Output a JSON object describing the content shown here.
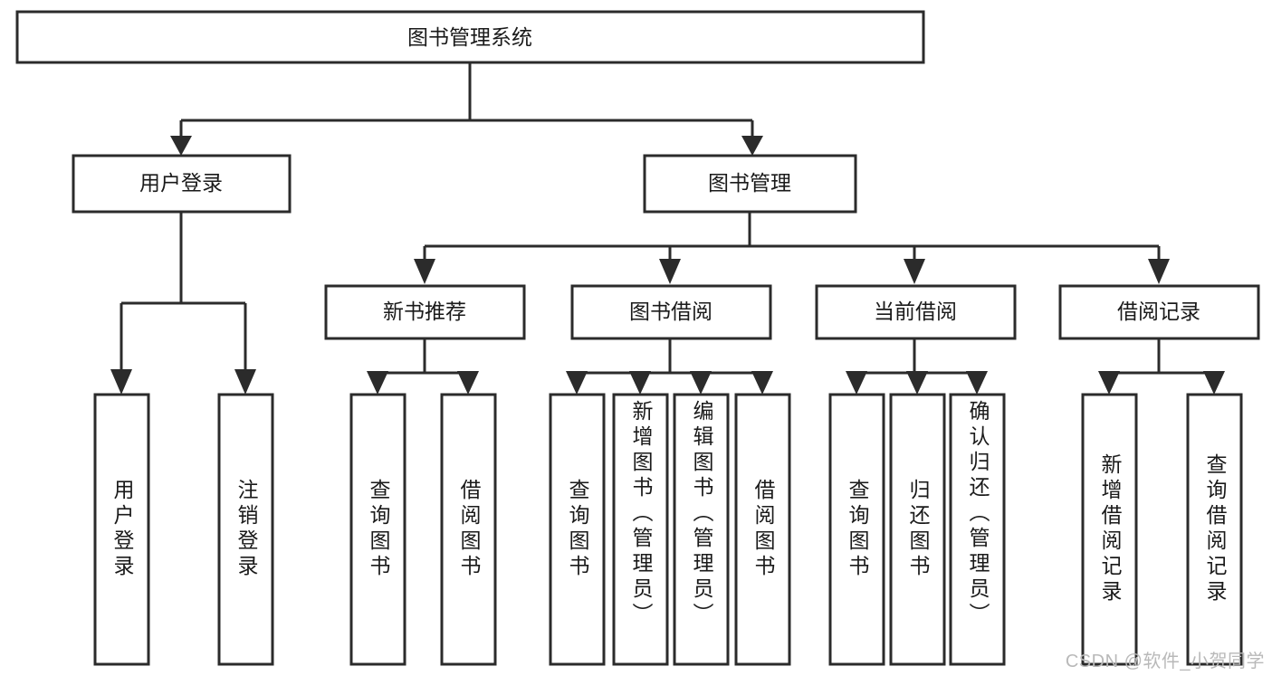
{
  "diagram": {
    "type": "hierarchy-tree",
    "title": "图书管理系统",
    "watermark": "CSDN @软件_小贺同学",
    "colors": {
      "background": "#ffffff",
      "stroke": "#2b2b2b",
      "node_fill": "#ffffff",
      "text": "#1a1a1a",
      "watermark": "#b9b9b9"
    },
    "levels": [
      {
        "level": 1,
        "nodes": [
          {
            "id": "root",
            "label": "图书管理系统",
            "orientation": "horizontal"
          }
        ]
      },
      {
        "level": 2,
        "nodes": [
          {
            "id": "user-login",
            "label": "用户登录",
            "orientation": "horizontal",
            "parent": "root"
          },
          {
            "id": "book-manage",
            "label": "图书管理",
            "orientation": "horizontal",
            "parent": "root"
          }
        ]
      },
      {
        "level": 3,
        "nodes": [
          {
            "id": "new-book-rec",
            "label": "新书推荐",
            "orientation": "horizontal",
            "parent": "book-manage"
          },
          {
            "id": "book-borrow",
            "label": "图书借阅",
            "orientation": "horizontal",
            "parent": "book-manage"
          },
          {
            "id": "current-borrow",
            "label": "当前借阅",
            "orientation": "horizontal",
            "parent": "book-manage"
          },
          {
            "id": "borrow-record",
            "label": "借阅记录",
            "orientation": "horizontal",
            "parent": "book-manage"
          }
        ]
      },
      {
        "level": 4,
        "nodes": [
          {
            "id": "leaf-user-login",
            "label": "用户登录",
            "orientation": "vertical",
            "parent": "user-login",
            "align": "middle"
          },
          {
            "id": "leaf-logout",
            "label": "注销登录",
            "orientation": "vertical",
            "parent": "user-login",
            "align": "middle"
          },
          {
            "id": "leaf-query-book-1",
            "label": "查询图书",
            "orientation": "vertical",
            "parent": "new-book-rec",
            "align": "middle"
          },
          {
            "id": "leaf-borrow-book-1",
            "label": "借阅图书",
            "orientation": "vertical",
            "parent": "new-book-rec",
            "align": "middle"
          },
          {
            "id": "leaf-query-book-2",
            "label": "查询图书",
            "orientation": "vertical",
            "parent": "book-borrow",
            "align": "middle"
          },
          {
            "id": "leaf-add-book",
            "label": "新增图书（管理员）",
            "orientation": "vertical",
            "parent": "book-borrow",
            "align": "start"
          },
          {
            "id": "leaf-edit-book",
            "label": "编辑图书（管理员）",
            "orientation": "vertical",
            "parent": "book-borrow",
            "align": "start"
          },
          {
            "id": "leaf-borrow-book-2",
            "label": "借阅图书",
            "orientation": "vertical",
            "parent": "book-borrow",
            "align": "middle"
          },
          {
            "id": "leaf-query-book-3",
            "label": "查询图书",
            "orientation": "vertical",
            "parent": "current-borrow",
            "align": "middle"
          },
          {
            "id": "leaf-return-book",
            "label": "归还图书",
            "orientation": "vertical",
            "parent": "current-borrow",
            "align": "middle"
          },
          {
            "id": "leaf-confirm-return",
            "label": "确认归还（管理员）",
            "orientation": "vertical",
            "parent": "current-borrow",
            "align": "start"
          },
          {
            "id": "leaf-add-record",
            "label": "新增借阅记录",
            "orientation": "vertical",
            "parent": "borrow-record",
            "align": "middle"
          },
          {
            "id": "leaf-query-record",
            "label": "查询借阅记录",
            "orientation": "vertical",
            "parent": "borrow-record",
            "align": "middle"
          }
        ]
      }
    ]
  }
}
